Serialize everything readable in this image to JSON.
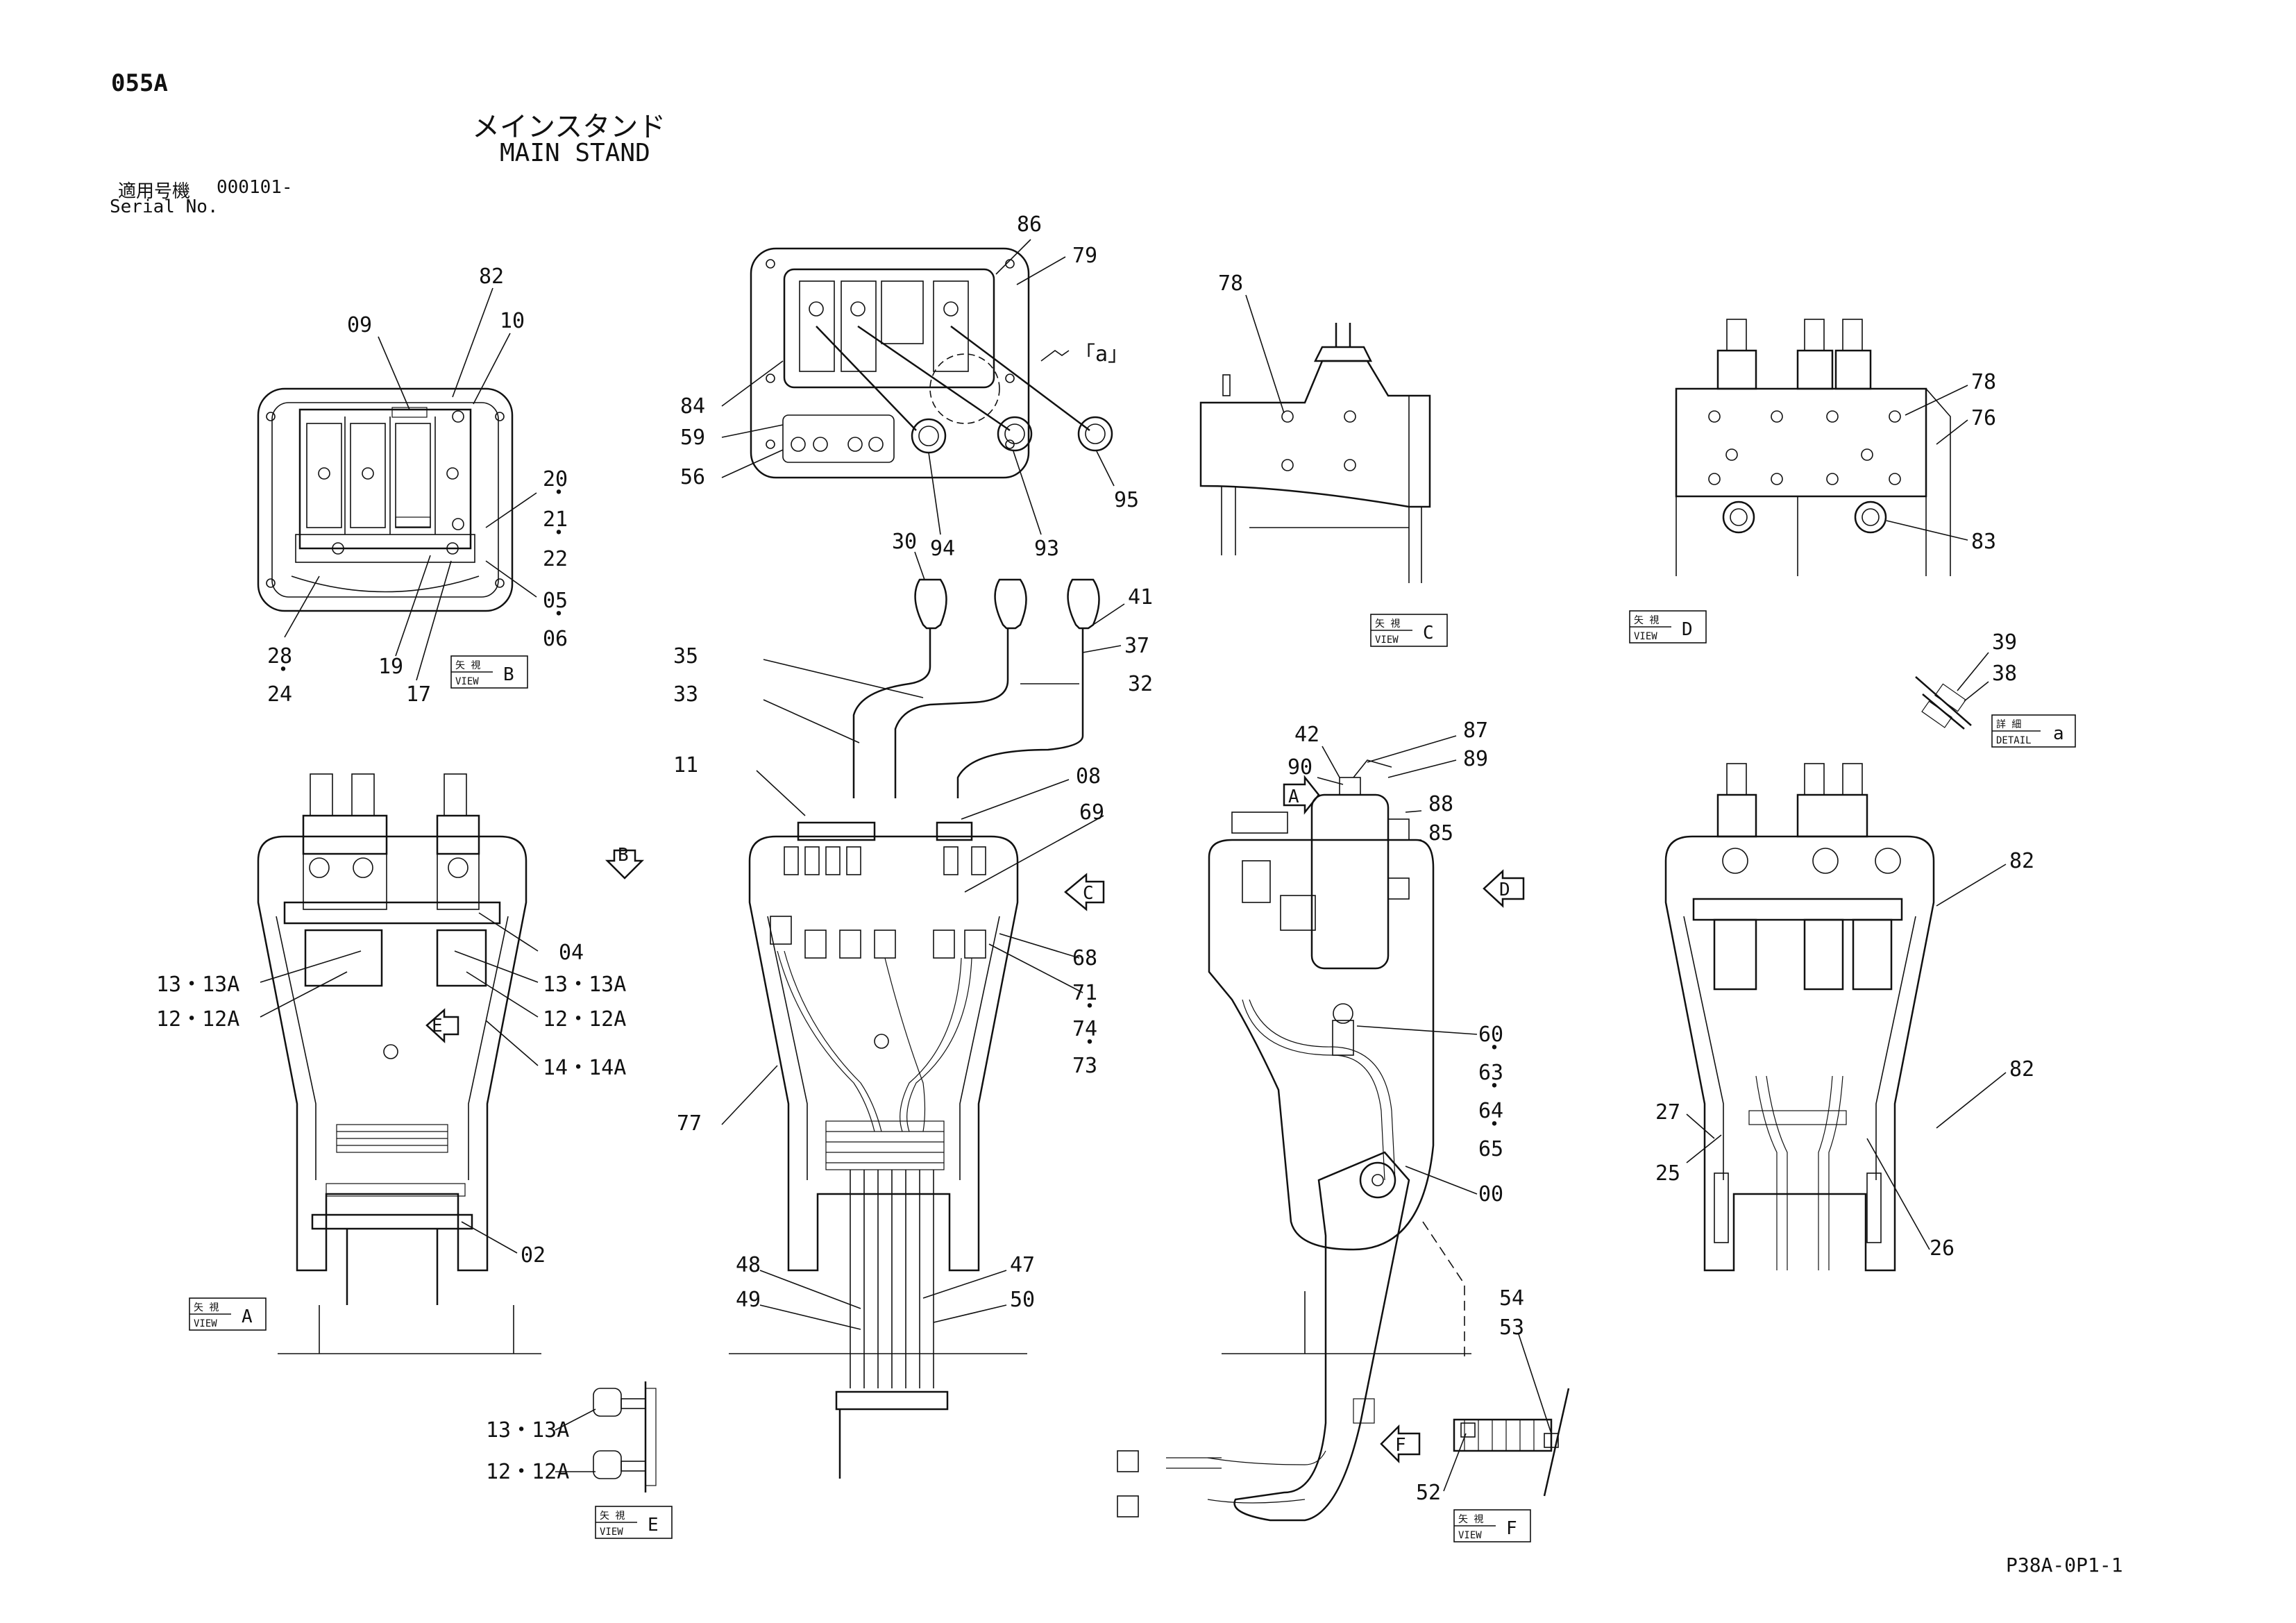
{
  "header": {
    "code": "055A",
    "title_jp": "メインスタンド",
    "title_en": "MAIN STAND",
    "serial_label_jp": "適用号機",
    "serial_value": "000101-",
    "serial_label_en": "Serial No."
  },
  "footer": {
    "code": "P38A-0P1-1"
  },
  "view_label": {
    "jp": "矢 視",
    "en": "VIEW"
  },
  "detail_label": {
    "jp": "詳 細",
    "en": "DETAIL"
  },
  "views": {
    "a": "A",
    "b": "B",
    "c": "C",
    "d": "D",
    "e": "E",
    "f": "F",
    "detail": "a"
  },
  "callouts": {
    "c00": "00",
    "c02": "02",
    "c04": "04",
    "c05": "05",
    "c06": "06",
    "c08": "08",
    "c09": "09",
    "c10": "10",
    "c11": "11",
    "c12_12A": "12・12A",
    "c13_13A": "13・13A",
    "c14_14A": "14・14A",
    "c17": "17",
    "c19": "19",
    "c20": "20",
    "c21": "21",
    "c22": "22",
    "c24": "24",
    "c25": "25",
    "c26": "26",
    "c27": "27",
    "c28": "28",
    "c30": "30",
    "c32": "32",
    "c33": "33",
    "c35": "35",
    "c37": "37",
    "c38": "38",
    "c39": "39",
    "c41": "41",
    "c42": "42",
    "c47": "47",
    "c48": "48",
    "c49": "49",
    "c50": "50",
    "c52": "52",
    "c53": "53",
    "c54": "54",
    "c56": "56",
    "c59": "59",
    "c60": "60",
    "c63": "63",
    "c64": "64",
    "c65": "65",
    "c68": "68",
    "c69": "69",
    "c71": "71",
    "c73": "73",
    "c74": "74",
    "c76": "76",
    "c77": "77",
    "c78": "78",
    "c79": "79",
    "c82": "82",
    "c83": "83",
    "c84": "84",
    "c85": "85",
    "c86": "86",
    "c87": "87",
    "c88": "88",
    "c89": "89",
    "c90": "90",
    "c93": "93",
    "c94": "94",
    "c95": "95",
    "detail_mark": "「a」",
    "dot": "・"
  }
}
